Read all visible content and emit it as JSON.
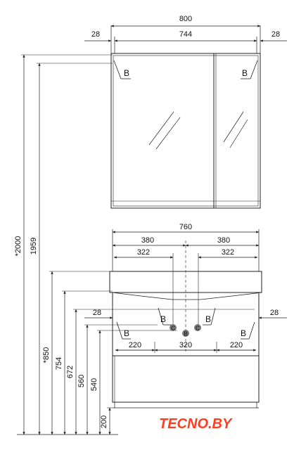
{
  "mirror": {
    "width_total": "800",
    "width_inner": "744",
    "offset_left": "28",
    "offset_right": "28",
    "hinge_label": "B"
  },
  "vanity": {
    "width": "760",
    "half_left": "380",
    "half_right": "380",
    "hole_left": "322",
    "hole_right": "322",
    "offset_left": "28",
    "offset_right": "28",
    "bottom_left": "220",
    "bottom_center": "320",
    "bottom_right": "220",
    "marker_c": "C",
    "marker_b": "B"
  },
  "heights": [
    "*2000",
    "1959",
    "*850",
    "754",
    "672",
    "560",
    "540",
    "200"
  ],
  "logo": {
    "text": "TECNO.BY",
    "accent_color": "#ff3c1f"
  }
}
